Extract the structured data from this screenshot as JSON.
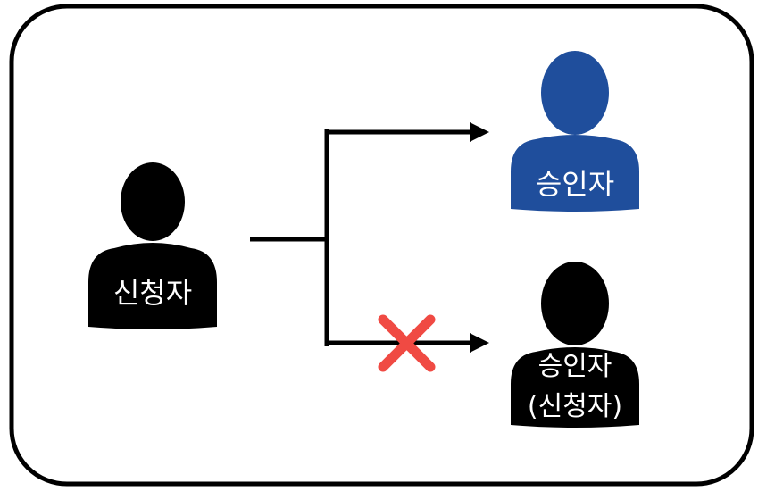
{
  "applicant": {
    "label": "신청자",
    "color": "#000000"
  },
  "approver": {
    "label": "승인자",
    "color": "#1F4E9C"
  },
  "self_approver": {
    "label_line1": "승인자",
    "label_line2": "(신청자)",
    "color": "#000000"
  },
  "colors": {
    "frame": "#000000",
    "arrow": "#000000",
    "reject_mark": "#F04A43"
  },
  "icons": {
    "reject": "x-mark-icon"
  }
}
